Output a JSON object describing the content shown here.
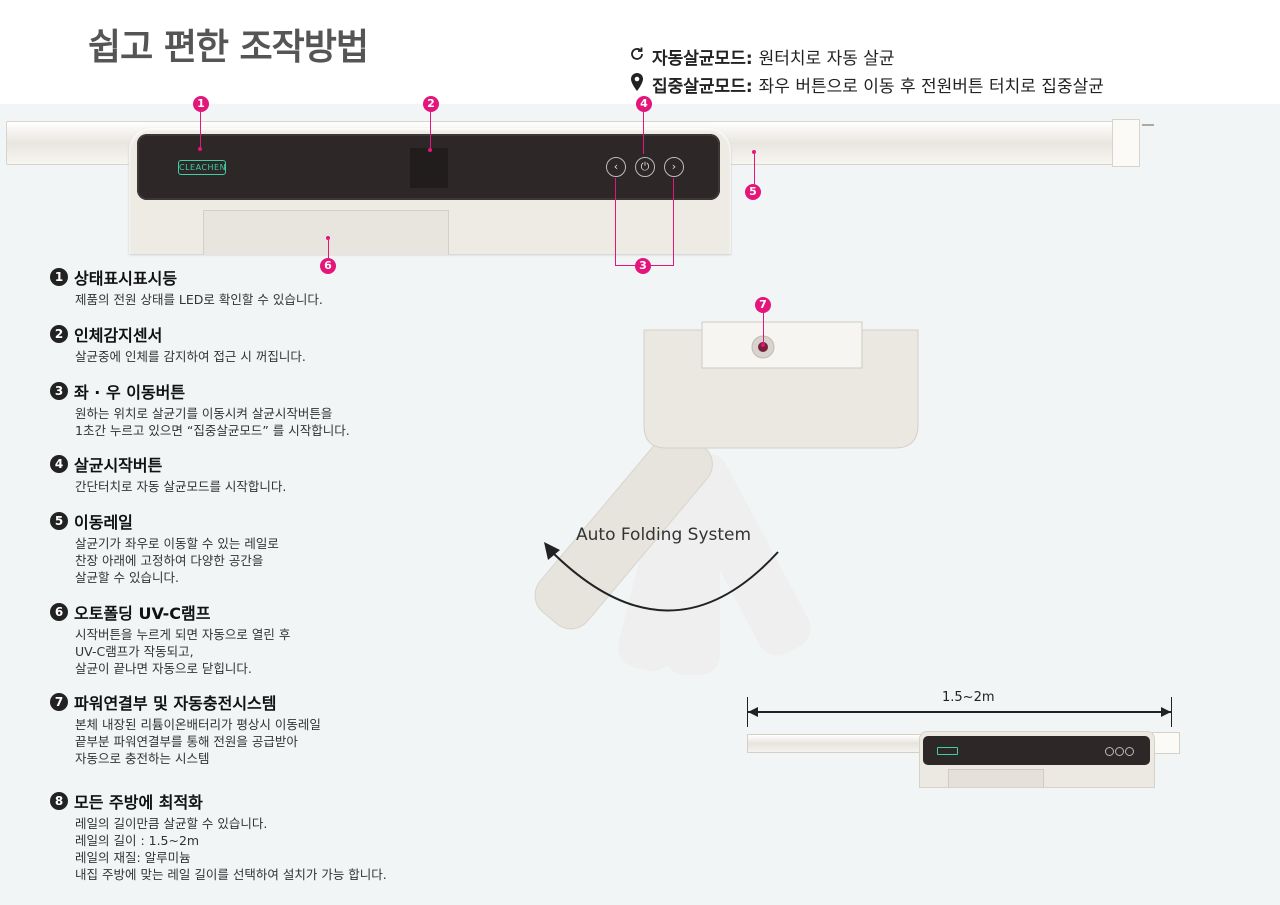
{
  "title": "쉽고 편한 조작방법",
  "modes": [
    {
      "icon": "refresh-icon",
      "label": "자동살균모드:",
      "desc": "원터치로 자동 살균"
    },
    {
      "icon": "map-pin-icon",
      "label": "집중살균모드:",
      "desc": "좌우 버튼으로 이동 후 전원버튼 터치로 집중살균"
    }
  ],
  "device": {
    "logo": "CLEACHEN",
    "markers": [
      "1",
      "2",
      "3",
      "4",
      "5",
      "6",
      "7"
    ]
  },
  "features": [
    {
      "num": "1",
      "title": "상태표시표시등",
      "lines": [
        "제품의 전원 상태를 LED로 확인할 수 있습니다."
      ]
    },
    {
      "num": "2",
      "title": "인체감지센서",
      "lines": [
        "살균중에 인체를 감지하여 접근 시 꺼집니다."
      ]
    },
    {
      "num": "3",
      "title": "좌 · 우 이동버튼",
      "lines": [
        "원하는 위치로 살균기를 이동시켜 살균시작버튼을",
        "1초간 누르고 있으면 “집중살균모드” 를 시작합니다."
      ]
    },
    {
      "num": "4",
      "title": "살균시작버튼",
      "lines": [
        "간단터치로 자동 살균모드를 시작합니다."
      ]
    },
    {
      "num": "5",
      "title": "이동레일",
      "lines": [
        "살균기가 좌우로 이동할 수 있는 레일로",
        "찬장 아래에 고정하여 다양한 공간을",
        "살균할 수 있습니다."
      ]
    },
    {
      "num": "6",
      "title": "오토폴딩 UV-C램프",
      "lines": [
        "시작버튼을 누르게 되면 자동으로 열린 후",
        "UV-C램프가 작동되고,",
        "살균이 끝나면 자동으로 닫힙니다."
      ]
    },
    {
      "num": "7",
      "title": "파워연결부 및 자동충전시스템",
      "lines": [
        "본체 내장된 리튬이온배터리가 평상시 이동레일",
        "끝부분 파워연결부를 통해 전원을 공급받아",
        "자동으로 충전하는 시스템"
      ]
    },
    {
      "num": "8",
      "title": "모든 주방에 최적화",
      "lines": [
        "레일의 길이만큼 살균할 수 있습니다.",
        "레일의 길이 : 1.5~2m",
        "레일의 재질: 알루미늄",
        "내집 주방에 맞는 레일 길이를 선택하여 설치가 가능 합니다."
      ]
    }
  ],
  "folding_label": "Auto Folding System",
  "dimension_label": "1.5~2m",
  "colors": {
    "accent": "#e4157b",
    "logo": "#3fcfa7",
    "panel": "#2d2727"
  }
}
